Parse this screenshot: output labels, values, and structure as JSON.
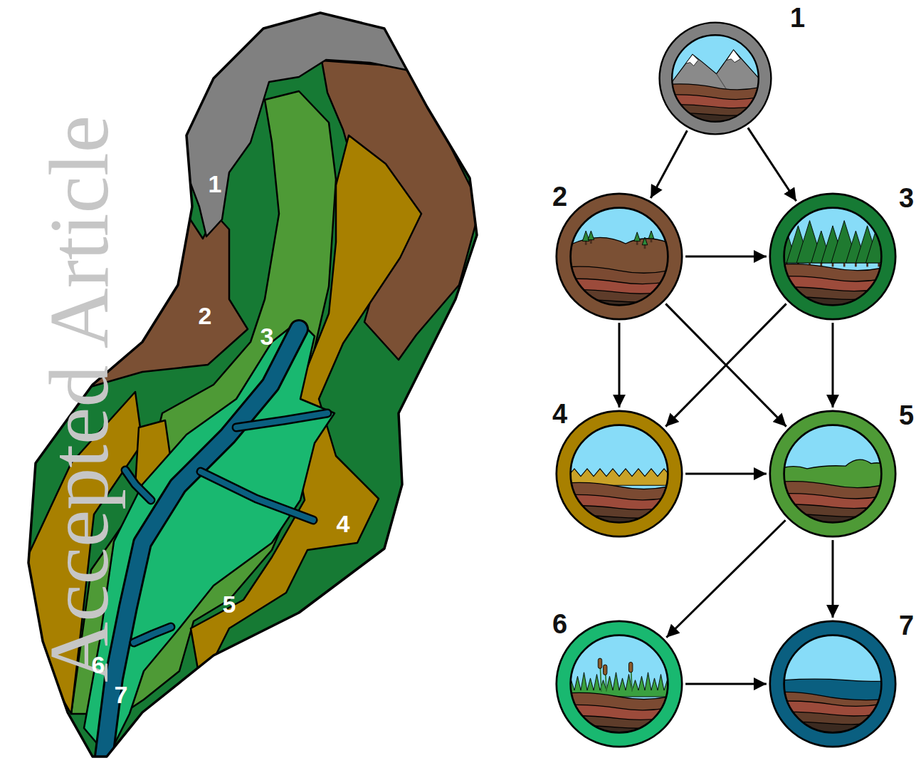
{
  "diagram": {
    "nodes": [
      {
        "text": [
          "1"
        ]
      },
      {
        "text": [
          "2"
        ]
      },
      {
        "text": [
          "3"
        ]
      },
      {
        "text": [
          "4"
        ]
      },
      {
        "text": [
          "5"
        ]
      },
      {
        "text": [
          "6"
        ]
      },
      {
        "text": [
          "7"
        ]
      }
    ],
    "edges": [
      {
        "from": 0,
        "to": 1,
        "arrow": "to"
      },
      {
        "from": 0,
        "to": 2,
        "arrow": "to"
      },
      {
        "from": 1,
        "to": 2,
        "arrow": "to"
      },
      {
        "from": 1,
        "to": 3,
        "arrow": "to"
      },
      {
        "from": 1,
        "to": 4,
        "arrow": "to"
      },
      {
        "from": 2,
        "to": 3,
        "arrow": "to"
      },
      {
        "from": 2,
        "to": 4,
        "arrow": "to"
      },
      {
        "from": 3,
        "to": 4,
        "arrow": "to"
      },
      {
        "from": 4,
        "to": 5,
        "arrow": "to"
      },
      {
        "from": 4,
        "to": 6,
        "arrow": "to"
      },
      {
        "from": 5,
        "to": 6,
        "arrow": "to"
      }
    ],
    "labels": [
      "Accepted Article",
      "1",
      "2",
      "3",
      "4",
      "5",
      "6",
      "7"
    ]
  }
}
